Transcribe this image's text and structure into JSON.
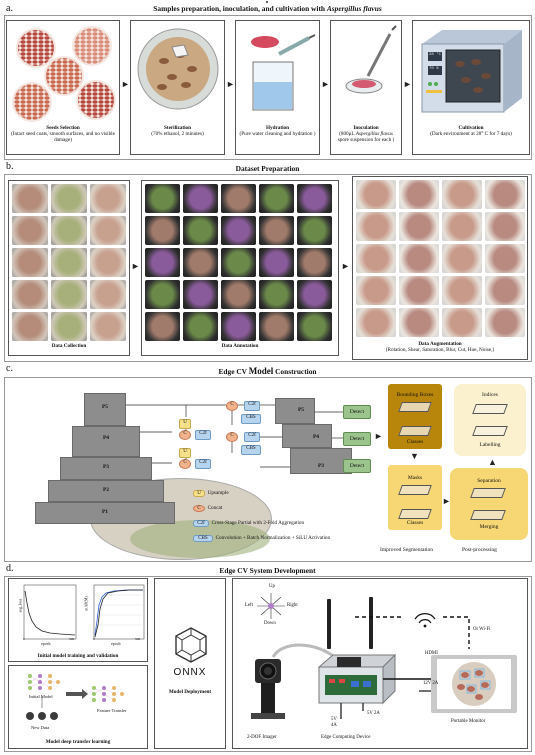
{
  "section_a": {
    "label": "a.",
    "title_prefix": "Samples preparation, inoculation, and cultivation with ",
    "title_italic": "Aspergillus flavus",
    "steps": [
      {
        "title": "Seeds Selection",
        "detail": "(Intact seed coats, smooth surfaces, and no visible damage)"
      },
      {
        "title": "Sterilization",
        "detail": "(70% ethanol, 2 minutes)"
      },
      {
        "title": "Hydration",
        "detail": "(Pure water cleaning and hydration )"
      },
      {
        "title": "Inoculation",
        "detail_pre": "(800μL ",
        "detail_italic": "Aspergillus flavus",
        "detail_post": " spore suspension for each )"
      },
      {
        "title": "Cultivation",
        "detail": "(Dark environment at 28° C for 7 days)"
      }
    ],
    "incubator_display_top": "28",
    "incubator_display_top_unit": "°C",
    "incubator_display_bottom": "70",
    "incubator_display_bottom_unit": "%"
  },
  "section_b": {
    "label": "b.",
    "title": "Dataset Preparation",
    "panels": [
      {
        "title": "Data Collection"
      },
      {
        "title": "Data Annotation"
      },
      {
        "title": "Data Augmentation",
        "detail": "(Rotation, Shear, Saturation, Blur, Cut, Hue, Noise,)"
      }
    ]
  },
  "section_c": {
    "label": "c.",
    "title_pre": "Edge CV ",
    "title_big": "Model",
    "title_post": " Construction",
    "backbone": [
      "P5",
      "P4",
      "P3",
      "P2",
      "P1"
    ],
    "neck": [
      "P5",
      "P4",
      "P3"
    ],
    "detect_label": "Detect",
    "u_label": "U",
    "c_label": "C",
    "c2f_label": "C2f",
    "cbs_label": "CBS",
    "legend": [
      {
        "badge": "U",
        "text": "Upsample"
      },
      {
        "badge": "C",
        "text": "Concat"
      },
      {
        "badge": "C2f",
        "text": "Cross-Stage Partial with 2-Fold Aggregation"
      },
      {
        "badge": "CBS",
        "text": "Convolution + Batch Normalization + SiLU Activation"
      }
    ],
    "bounding_boxes": "Bounding Boxes",
    "classes_1": "Classes",
    "masks": "Masks",
    "classes_2": "Classes",
    "indices": "Indices",
    "labelling": "Labelling",
    "separation": "Separation",
    "merging": "Merging",
    "improved_segmentation": "Improved Segmentation",
    "post_processing": "Post-processing",
    "colors": {
      "gold": "#b8860b",
      "yellow": "#f7d774",
      "cream": "#fbf1cf",
      "green": "#9bc48d"
    }
  },
  "section_d": {
    "label": "d.",
    "title": "Edge CV System Development",
    "plot1_ylabel": "seg_loss",
    "plot1_xlabel": "epoch",
    "plot2_ylabel": "mAP(M)",
    "plot2_xlabel": "epoch",
    "plot_tick_0": "0",
    "plot1_tick_end": "500",
    "plot2_tick_end": "500",
    "training_caption": "Initial model training and validation",
    "initial_model": "Initial Model",
    "feature_transfer": "Feature Transfer",
    "new_data": "New Data",
    "transfer_caption": "Model deep transfer learning",
    "onnx": "ONNX",
    "deployment": "Model Deployment",
    "up": "Up",
    "down": "Down",
    "left": "Left",
    "right": "Right",
    "hdmi": "HDMI",
    "or_wifi": "Or Wi-Fi",
    "power_monitor": "12V 2A",
    "power_device": "5V 2A",
    "power_imager": "5V 4A",
    "imager": "2-DOF Imager",
    "device": "Edge Computing Device",
    "monitor": "Portable Monitor"
  }
}
